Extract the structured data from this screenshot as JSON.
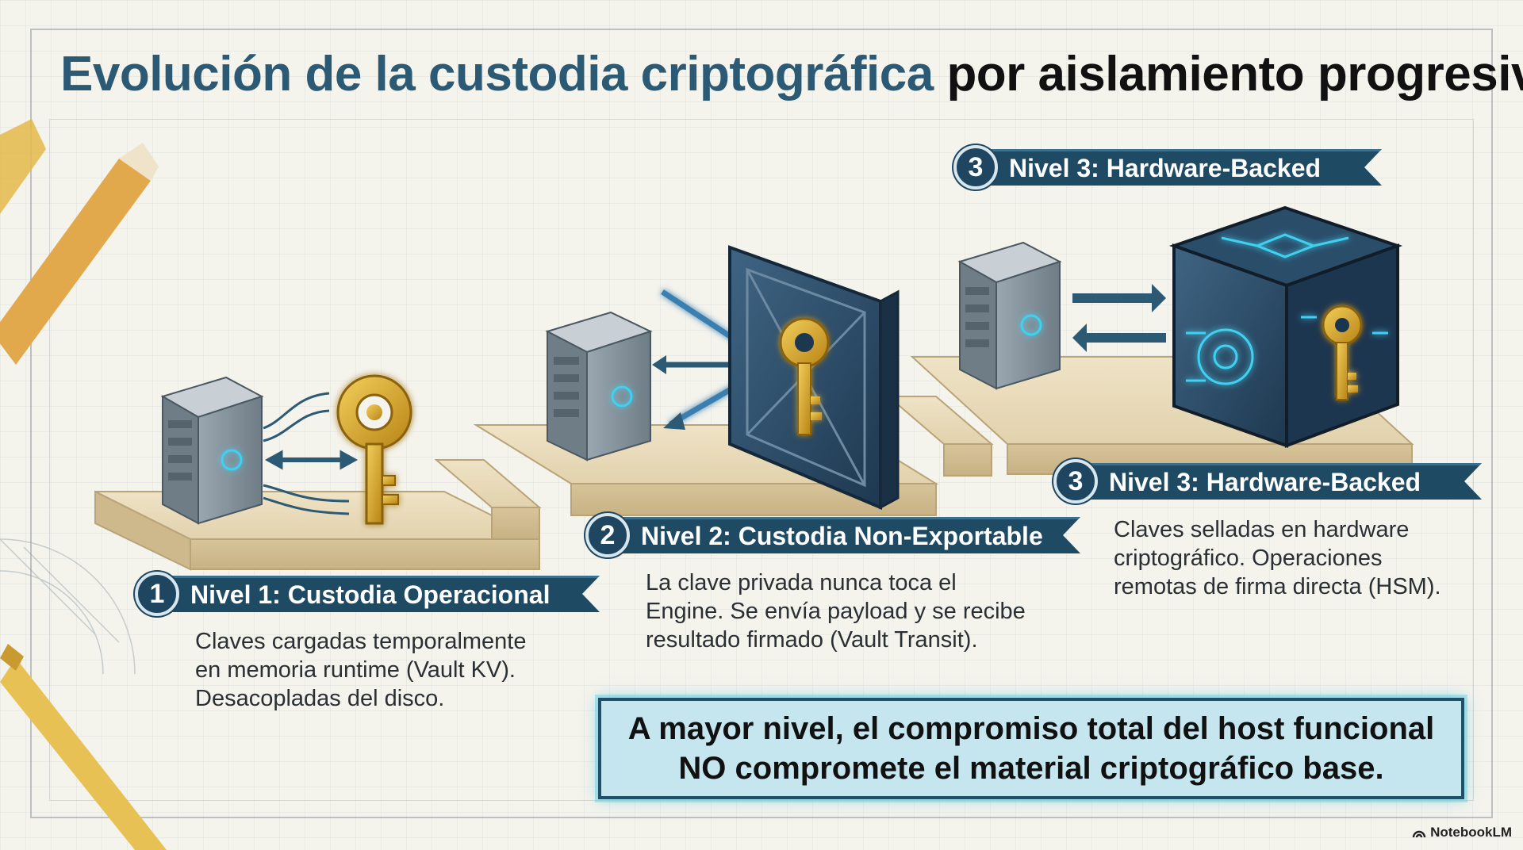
{
  "title": {
    "part1": "Evolución de la custodia criptográfica",
    "part2": "por aislamiento progresivo"
  },
  "levels": [
    {
      "number": "1",
      "label": "Nivel 1: Custodia Operacional",
      "description_lines": [
        "Claves cargadas temporalmente",
        "en memoria runtime (Vault KV).",
        "Desacopladas del disco."
      ]
    },
    {
      "number": "2",
      "label": "Nivel 2: Custodia Non-Exportable",
      "description_lines": [
        "La clave privada nunca toca el",
        "Engine. Se envía payload y se recibe",
        "resultado firmado (Vault Transit)."
      ]
    },
    {
      "number": "3",
      "label": "Nivel 3: Hardware-Backed",
      "description_lines": [
        "Claves selladas en hardware",
        "criptográfico. Operaciones",
        "remotas de firma directa (HSM)."
      ]
    }
  ],
  "top_banner": {
    "number": "3",
    "label": "Nivel 3: Hardware-Backed"
  },
  "callout": {
    "line1": "A mayor nivel, el compromiso total del host funcional",
    "line2": "NO compromete el material criptográfico base."
  },
  "brand": "NotebookLM",
  "icons": [
    "server-icon",
    "gear-key-icon",
    "vault-door-icon",
    "hsm-cube-icon",
    "arrow-icon",
    "pencil-icon"
  ],
  "colors": {
    "accent_dark": "#1f4a64",
    "accent_title": "#2c5a74",
    "glow": "#3fd0f0",
    "gold": "#d9a62a",
    "callout_bg": "#c6e6ef"
  }
}
